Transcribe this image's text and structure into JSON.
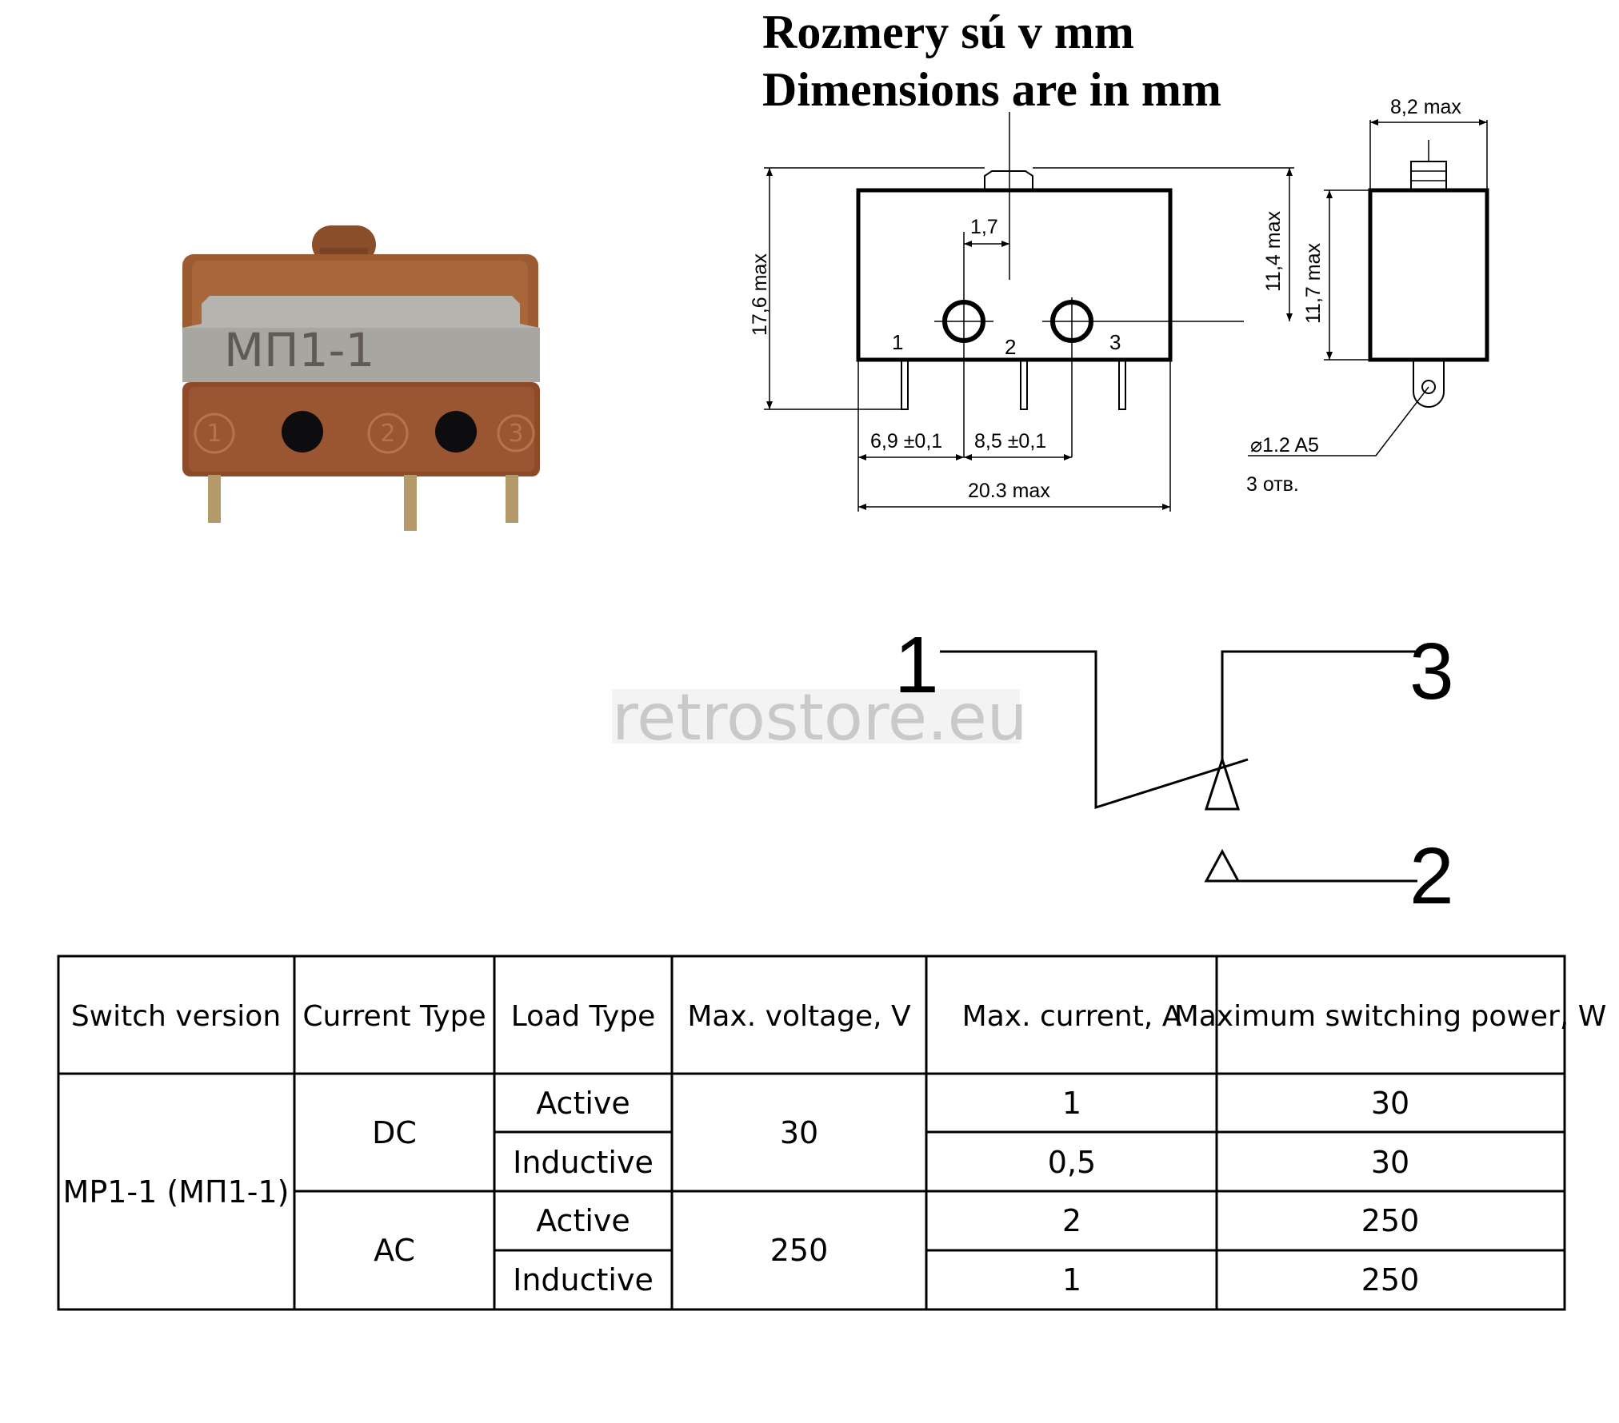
{
  "heading": {
    "line1": "Rozmery sú v mm",
    "line2": "Dimensions are in mm"
  },
  "photo": {
    "body_marking": "МП1-1",
    "terminal_marks": [
      "1",
      "2",
      "3"
    ]
  },
  "drawing": {
    "height_max": "17,6 max",
    "pitch_offset": "1,7",
    "body_height_max": "11,4 max",
    "side_height_max": "11,7 max",
    "width_side_max": "8,2 max",
    "pin_spacing_1": "6,9 ±0,1",
    "pin_spacing_2": "8,5 ±0,1",
    "width_max": "20.3 max",
    "hole_spec": "⌀1.2 A5",
    "hole_count": "3 отв.",
    "pin_labels": [
      "1",
      "2",
      "3"
    ]
  },
  "schematic": {
    "labels": [
      "1",
      "3",
      "2"
    ]
  },
  "watermark": "retrostore.eu",
  "table": {
    "headers": [
      "Switch version",
      "Current Type",
      "Load Type",
      "Max. voltage, V",
      "Max. current, A",
      "Maximum switching power, W"
    ],
    "switch_version": "MP1-1 (МП1-1)",
    "groups": [
      {
        "current_type": "DC",
        "voltage": "30",
        "rows": [
          {
            "load": "Active",
            "current": "1",
            "power": "30"
          },
          {
            "load": "Inductive",
            "current": "0,5",
            "power": "30"
          }
        ]
      },
      {
        "current_type": "AC",
        "voltage": "250",
        "rows": [
          {
            "load": "Active",
            "current": "2",
            "power": "250"
          },
          {
            "load": "Inductive",
            "current": "1",
            "power": "250"
          }
        ]
      }
    ]
  }
}
